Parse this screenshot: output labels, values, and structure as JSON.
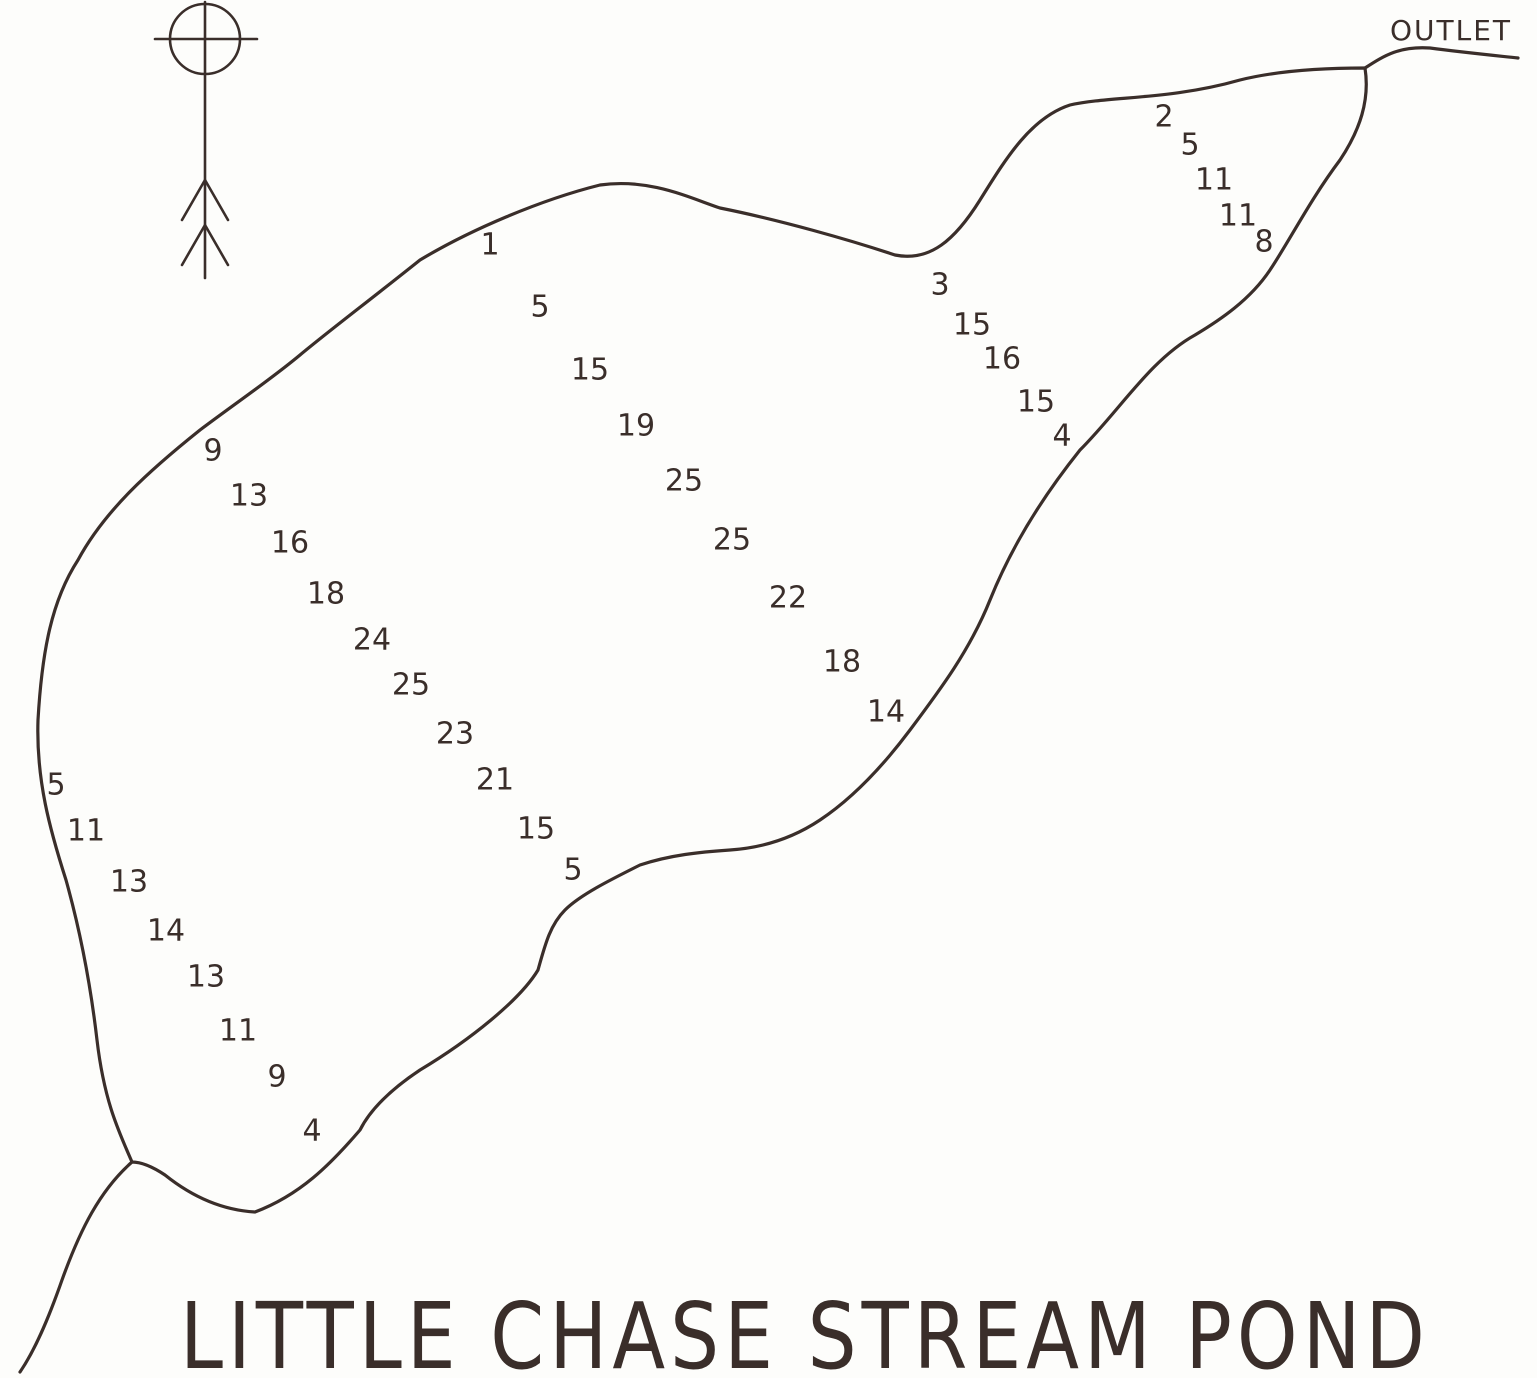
{
  "title": "LITTLE CHASE STREAM POND",
  "outlet_label": "OUTLET",
  "ink_color": "#3a2e2a",
  "north_arrow": {
    "icon": "north-arrow-icon"
  },
  "depth_soundings": [
    {
      "id": "t1-1",
      "value": "1"
    },
    {
      "id": "t1-2",
      "value": "5"
    },
    {
      "id": "t1-3",
      "value": "15"
    },
    {
      "id": "t1-4",
      "value": "19"
    },
    {
      "id": "t1-5",
      "value": "25"
    },
    {
      "id": "t1-6",
      "value": "25"
    },
    {
      "id": "t1-7",
      "value": "22"
    },
    {
      "id": "t1-8",
      "value": "18"
    },
    {
      "id": "t1-9",
      "value": "14"
    },
    {
      "id": "t2-1",
      "value": "3"
    },
    {
      "id": "t2-2",
      "value": "15"
    },
    {
      "id": "t2-3",
      "value": "16"
    },
    {
      "id": "t2-4",
      "value": "15"
    },
    {
      "id": "t2-5",
      "value": "4"
    },
    {
      "id": "t3-1",
      "value": "2"
    },
    {
      "id": "t3-2",
      "value": "5"
    },
    {
      "id": "t3-3",
      "value": "11"
    },
    {
      "id": "t3-4",
      "value": "11"
    },
    {
      "id": "t3-5",
      "value": "8"
    },
    {
      "id": "t4-1",
      "value": "9"
    },
    {
      "id": "t4-2",
      "value": "13"
    },
    {
      "id": "t4-3",
      "value": "16"
    },
    {
      "id": "t4-4",
      "value": "18"
    },
    {
      "id": "t4-5",
      "value": "24"
    },
    {
      "id": "t4-6",
      "value": "25"
    },
    {
      "id": "t4-7",
      "value": "23"
    },
    {
      "id": "t4-8",
      "value": "21"
    },
    {
      "id": "t4-9",
      "value": "15"
    },
    {
      "id": "t4-10",
      "value": "5"
    },
    {
      "id": "t5-1",
      "value": "5"
    },
    {
      "id": "t5-2",
      "value": "11"
    },
    {
      "id": "t5-3",
      "value": "13"
    },
    {
      "id": "t5-4",
      "value": "14"
    },
    {
      "id": "t5-5",
      "value": "13"
    },
    {
      "id": "t5-6",
      "value": "11"
    },
    {
      "id": "t5-7",
      "value": "9"
    },
    {
      "id": "t5-8",
      "value": "4"
    }
  ]
}
